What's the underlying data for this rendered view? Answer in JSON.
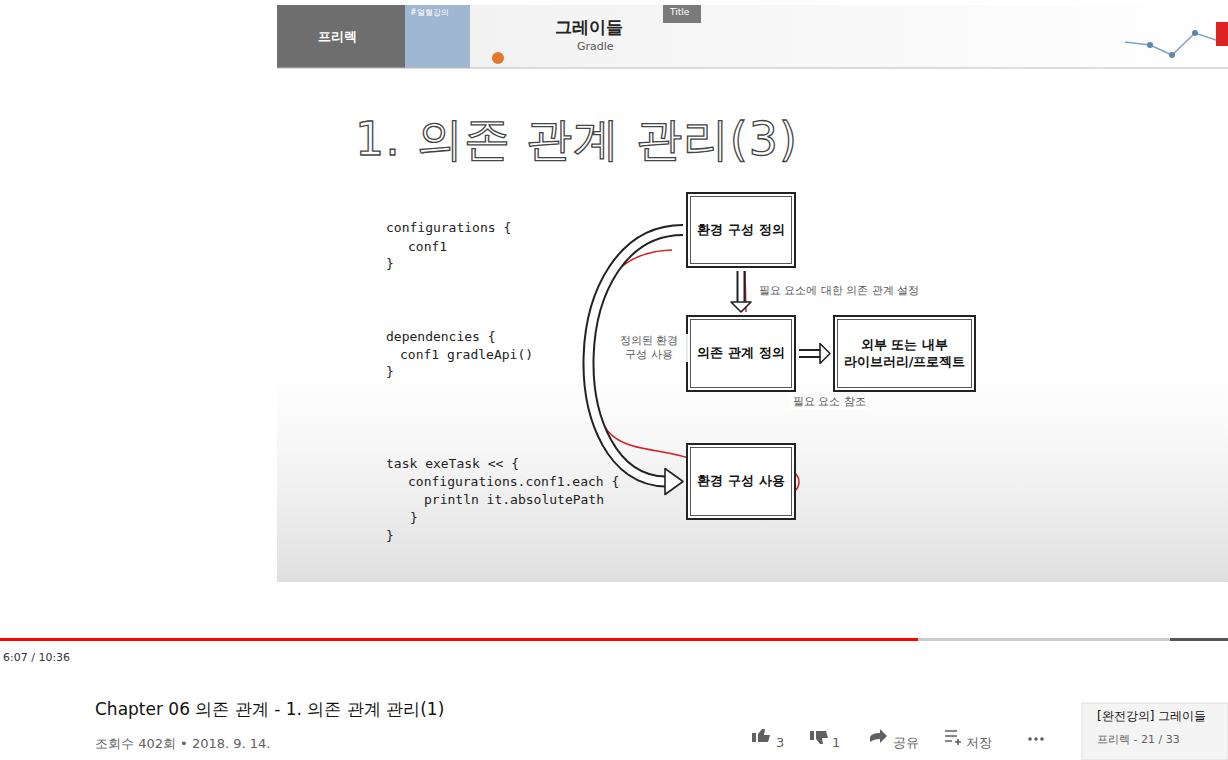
{
  "diagram": {
    "title": "1. 의존 관계 관리(3)",
    "nodes": [
      {
        "text": [
          "환경 구성 정의"
        ]
      },
      {
        "text": [
          "의존 관계 정의"
        ]
      },
      {
        "text": [
          "외부 또는 내부 라이브러리/프로젝트"
        ]
      },
      {
        "text": [
          "환경 구성 사용"
        ]
      }
    ],
    "edges": [
      {
        "from": 0,
        "to": 1,
        "label": "필요 요소에 대한 의존 관계 설정",
        "arrow": "to"
      },
      {
        "from": 1,
        "to": 2,
        "label": "필요 요소 참조",
        "arrow": "to"
      },
      {
        "from": 0,
        "to": 3,
        "label": "정의된 환경 구성 사용",
        "arrow": "to"
      }
    ],
    "labels": [
      "프리렉",
      "그레이들",
      "Gradle",
      "Title",
      "configurations {",
      "conf1",
      "}",
      "dependencies {",
      "conf1 gradleApi()",
      "}",
      "task exeTask << {",
      "configurations.conf1.each {",
      "println it.absolutePath",
      "}",
      "}",
      "6:07 / 10:36",
      "Chapter 06 의존 관계 - 1. 의존 관계 관리(1)",
      "조회수 402회 • 2018. 9. 14.",
      "3",
      "1",
      "공유",
      "저장",
      "[완전강의] 그레이들",
      "프리렉 - 21 / 33",
      "#열혈강의"
    ]
  }
}
